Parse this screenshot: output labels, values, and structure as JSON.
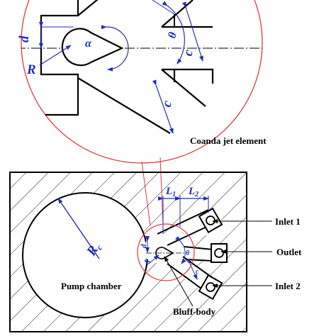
{
  "colors": {
    "outline": "#000000",
    "dimension": "#1f2fb8",
    "detail_circle": "#e0393e"
  },
  "detail": {
    "title": "Coanda jet element",
    "dims": {
      "d": "d",
      "R": "R",
      "alpha": "α",
      "theta": "θ",
      "c_outer": "c",
      "c_lower": "c"
    }
  },
  "main": {
    "chamber_label": "Pump chamber",
    "chamber_radius": "R",
    "chamber_radius_sub": "c",
    "L1": "L",
    "L1_sub": "1",
    "L2": "L",
    "L2_sub": "2",
    "small_d": "d",
    "small_R": "R",
    "small_theta": "θ",
    "small_c": "c"
  },
  "callouts": {
    "inlet1": "Inlet 1",
    "outlet": "Outlet",
    "inlet2": "Inlet 2",
    "bluff": "Bluff-body"
  }
}
